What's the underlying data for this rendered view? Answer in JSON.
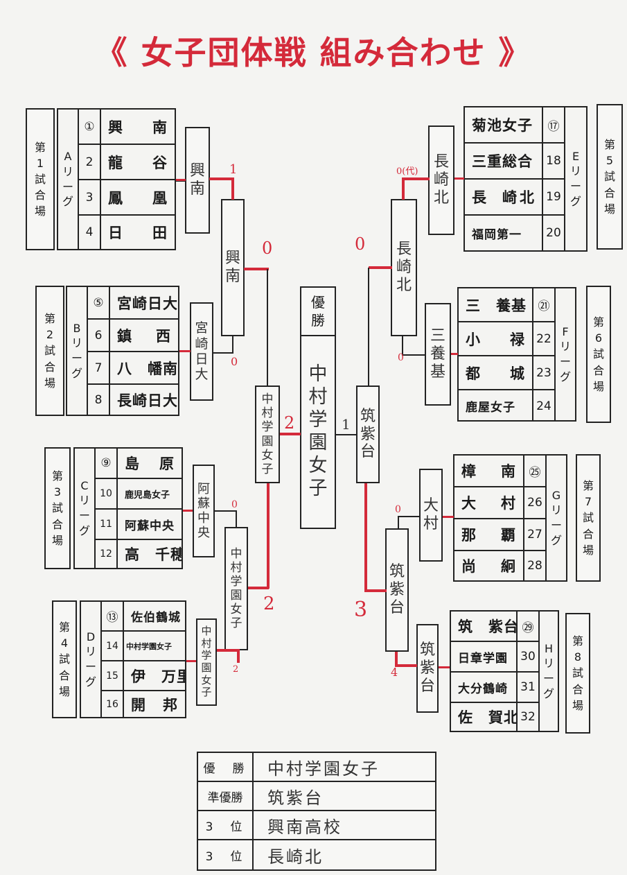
{
  "title": "《 女子団体戦 組み合わせ 》",
  "venues": {
    "v1": [
      "第",
      "1",
      "試",
      "合",
      "場"
    ],
    "v2": [
      "第",
      "2",
      "試",
      "合",
      "場"
    ],
    "v3": [
      "第",
      "3",
      "試",
      "合",
      "場"
    ],
    "v4": [
      "第",
      "4",
      "試",
      "合",
      "場"
    ],
    "v5": [
      "第",
      "5",
      "試",
      "合",
      "場"
    ],
    "v6": [
      "第",
      "6",
      "試",
      "合",
      "場"
    ],
    "v7": [
      "第",
      "7",
      "試",
      "合",
      "場"
    ],
    "v8": [
      "第",
      "8",
      "試",
      "合",
      "場"
    ]
  },
  "leagues": {
    "A": [
      "A",
      "リ",
      "ー",
      "グ"
    ],
    "B": [
      "B",
      "リ",
      "ー",
      "グ"
    ],
    "C": [
      "C",
      "リ",
      "ー",
      "グ"
    ],
    "D": [
      "D",
      "リ",
      "ー",
      "グ"
    ],
    "E": [
      "E",
      "リ",
      "ー",
      "グ"
    ],
    "F": [
      "F",
      "リ",
      "ー",
      "グ"
    ],
    "G": [
      "G",
      "リ",
      "ー",
      "グ"
    ],
    "H": [
      "H",
      "リ",
      "ー",
      "グ"
    ]
  },
  "teams": {
    "A": [
      {
        "num": "①",
        "a": "興",
        "b": "南"
      },
      {
        "num": "2",
        "a": "龍",
        "b": "谷"
      },
      {
        "num": "3",
        "a": "鳳",
        "b": "凰"
      },
      {
        "num": "4",
        "a": "日",
        "b": "田"
      }
    ],
    "B": [
      {
        "num": "⑤",
        "a": "宮崎日大",
        "b": ""
      },
      {
        "num": "6",
        "a": "鎮",
        "b": "西"
      },
      {
        "num": "7",
        "a": "八　幡",
        "b": "南"
      },
      {
        "num": "8",
        "a": "長崎日大",
        "b": ""
      }
    ],
    "C": [
      {
        "num": "⑨",
        "a": "島",
        "b": "原"
      },
      {
        "num": "10",
        "a": "鹿児島女子",
        "b": ""
      },
      {
        "num": "11",
        "a": "阿蘇中央",
        "b": ""
      },
      {
        "num": "12",
        "a": "高　千",
        "b": "穂"
      }
    ],
    "D": [
      {
        "num": "⑬",
        "a": "佐伯鶴城",
        "b": ""
      },
      {
        "num": "14",
        "a": "中村学園女子",
        "b": ""
      },
      {
        "num": "15",
        "a": "伊　万",
        "b": "里"
      },
      {
        "num": "16",
        "a": "開",
        "b": "邦"
      }
    ],
    "E": [
      {
        "num": "⑰",
        "a": "菊池女子",
        "b": ""
      },
      {
        "num": "18",
        "a": "三重総合",
        "b": ""
      },
      {
        "num": "19",
        "a": "長　崎",
        "b": "北"
      },
      {
        "num": "20",
        "a": "福岡第一",
        "b": ""
      }
    ],
    "F": [
      {
        "num": "㉑",
        "a": "三　養",
        "b": "基"
      },
      {
        "num": "22",
        "a": "小",
        "b": "禄"
      },
      {
        "num": "23",
        "a": "都",
        "b": "城"
      },
      {
        "num": "24",
        "a": "鹿屋女子",
        "b": ""
      }
    ],
    "G": [
      {
        "num": "㉕",
        "a": "樟",
        "b": "南"
      },
      {
        "num": "26",
        "a": "大",
        "b": "村"
      },
      {
        "num": "27",
        "a": "那",
        "b": "覇"
      },
      {
        "num": "28",
        "a": "尚",
        "b": "絅"
      }
    ],
    "H": [
      {
        "num": "㉙",
        "a": "筑　紫",
        "b": "台"
      },
      {
        "num": "30",
        "a": "日章学園",
        "b": ""
      },
      {
        "num": "31",
        "a": "大分鶴崎",
        "b": ""
      },
      {
        "num": "32",
        "a": "佐　賀",
        "b": "北"
      }
    ]
  },
  "winners": {
    "A": [
      "興",
      "南"
    ],
    "B": [
      "宮",
      "崎",
      "日",
      "大"
    ],
    "C": [
      "阿",
      "蘇",
      "中",
      "央"
    ],
    "D": [
      "中",
      "村",
      "学",
      "園",
      "女",
      "子"
    ],
    "E": [
      "長",
      "崎",
      "北"
    ],
    "F": [
      "三",
      "養",
      "基"
    ],
    "G": [
      "大",
      "村"
    ],
    "H": [
      "筑",
      "紫",
      "台"
    ],
    "AB": [
      "興",
      "南"
    ],
    "CD": [
      "中",
      "村",
      "学",
      "園",
      "女",
      "子"
    ],
    "EF": [
      "長",
      "崎",
      "北"
    ],
    "GH": [
      "筑",
      "紫",
      "台"
    ],
    "semiL": [
      "中",
      "村",
      "学",
      "園",
      "女",
      "子"
    ],
    "semiR": [
      "筑",
      "紫",
      "台"
    ]
  },
  "champion_box": {
    "label": [
      "優",
      "勝"
    ],
    "name": [
      "中",
      "村",
      "学",
      "園",
      "女",
      "子"
    ]
  },
  "scores": {
    "A_top": "1",
    "E_top": "0(代)",
    "AB_out": "0",
    "EF_out": "0",
    "B_bot": "0",
    "F_bot": "0",
    "left_final": "2",
    "right_final": "1",
    "C_top": "0",
    "G_top": "0",
    "CD_out": "2",
    "GH_out": "3",
    "D_bot": "2",
    "H_bot": "4"
  },
  "results": [
    {
      "label": "優　勝",
      "value": "中村学園女子"
    },
    {
      "label": "準優勝",
      "value": "筑紫台"
    },
    {
      "label": "3　位",
      "value": "興南高校"
    },
    {
      "label": "3　位",
      "value": "長崎北"
    }
  ],
  "colors": {
    "accent": "#d42a3a",
    "ink": "#222222",
    "paper": "#f4f4f2"
  }
}
